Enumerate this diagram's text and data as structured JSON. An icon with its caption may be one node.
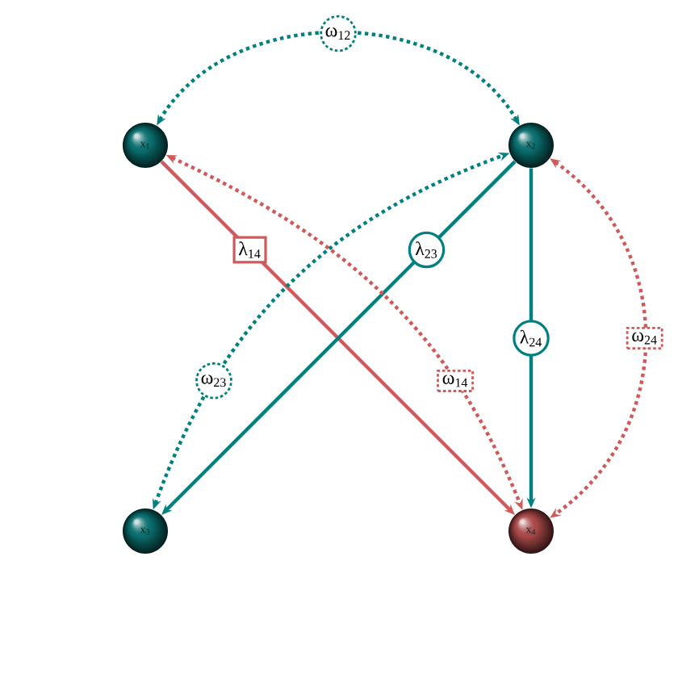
{
  "diagram": {
    "nodes": [
      {
        "text": [
          "x$_{1}$"
        ]
      },
      {
        "text": [
          "x$_{2}$"
        ]
      },
      {
        "text": [
          "x$_{3}$"
        ]
      },
      {
        "text": [
          "x$_{4}$"
        ]
      }
    ],
    "edges": [
      {
        "from": 0,
        "to": 1,
        "arrow": "both",
        "label": "ω$_{12}$",
        "style": "dashed"
      },
      {
        "from": 0,
        "to": 3,
        "arrow": "to",
        "label": "λ$_{14}$",
        "color": "#d05a5a"
      },
      {
        "from": 1,
        "to": 2,
        "arrow": "to",
        "label": "λ$_{23}$"
      },
      {
        "from": 1,
        "to": 3,
        "arrow": "to",
        "label": "λ$_{24}$"
      },
      {
        "from": 2,
        "to": 1,
        "arrow": "both",
        "label": "ω$_{23}$",
        "style": "dashed"
      },
      {
        "from": 0,
        "to": 3,
        "arrow": "both",
        "label": "ω$_{14}$",
        "style": "dashed",
        "color": "#d05a5a"
      },
      {
        "from": 1,
        "to": 3,
        "arrow": "both",
        "label": "ω$_{24}$",
        "style": "dashed",
        "color": "#d05a5a"
      }
    ]
  }
}
